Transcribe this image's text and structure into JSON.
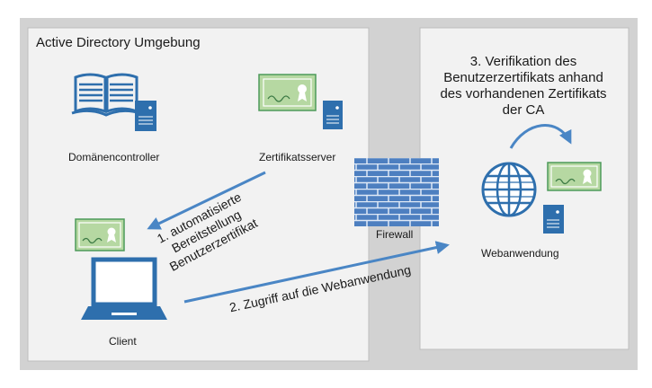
{
  "zones": {
    "active_directory": {
      "title": "Active Directory Umgebung"
    }
  },
  "nodes": {
    "domain_controller": {
      "label": "Domänencontroller"
    },
    "cert_server": {
      "label": "Zertifikatsserver"
    },
    "firewall": {
      "label": "Firewall"
    },
    "web_app": {
      "label": "Webanwendung"
    },
    "client": {
      "label": "Client"
    }
  },
  "steps": {
    "step1": [
      "1. automatisierte",
      "Bereitstellung",
      "Benutzerzertifikat"
    ],
    "step2": "2. Zugriff auf die Webanwendung",
    "step3": [
      "3. Verifikation des",
      "Benutzerzertifikats anhand",
      "des vorhandenen Zertifikats",
      "der CA"
    ]
  },
  "colors": {
    "outer_bg": "#d2d2d2",
    "zone_bg": "#f2f2f2",
    "icon_blue": "#2e6fad",
    "arrow_blue": "#4a86c5",
    "cert_green": "#b6d8a2",
    "brick_blue": "#4d7fc0"
  }
}
